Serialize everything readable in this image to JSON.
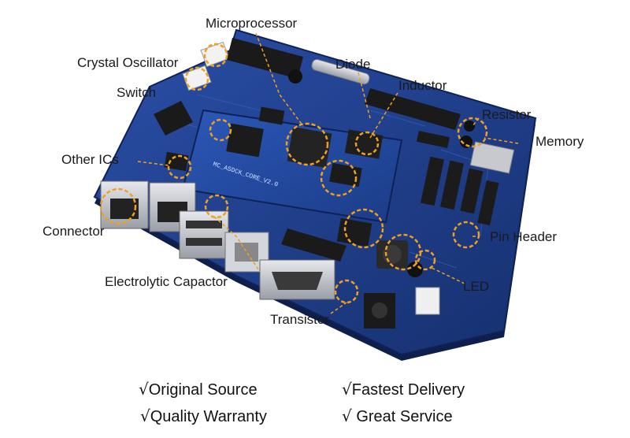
{
  "diagram": {
    "labels": {
      "microprocessor": "Microprocessor",
      "crystal_oscillator": "Crystal Oscillator",
      "diode": "Diode",
      "switch": "Switch",
      "inductor": "Inductor",
      "resistor": "Resistor",
      "memory": "Memory",
      "other_ics": "Other ICs",
      "connector": "Connector",
      "pin_header": "Pin Header",
      "electrolytic_capacitor": "Electrolytic Capactor",
      "led": "LED",
      "transistor": "Transistor"
    },
    "board_silkscreen": "MC_ASDCK_CORE_V2.0"
  },
  "features": {
    "checkmark": "√",
    "items": [
      {
        "label": "Original Source"
      },
      {
        "label": "Fastest Delivery"
      },
      {
        "label": "Quality Warranty"
      },
      {
        "label": "Great Service"
      }
    ]
  },
  "colors": {
    "pcb": "#1f3d8a",
    "pcb_dark": "#142a63",
    "highlight": "#f0a020",
    "header_black": "#1a1a1a",
    "port_gray": "#b9bcc2"
  }
}
